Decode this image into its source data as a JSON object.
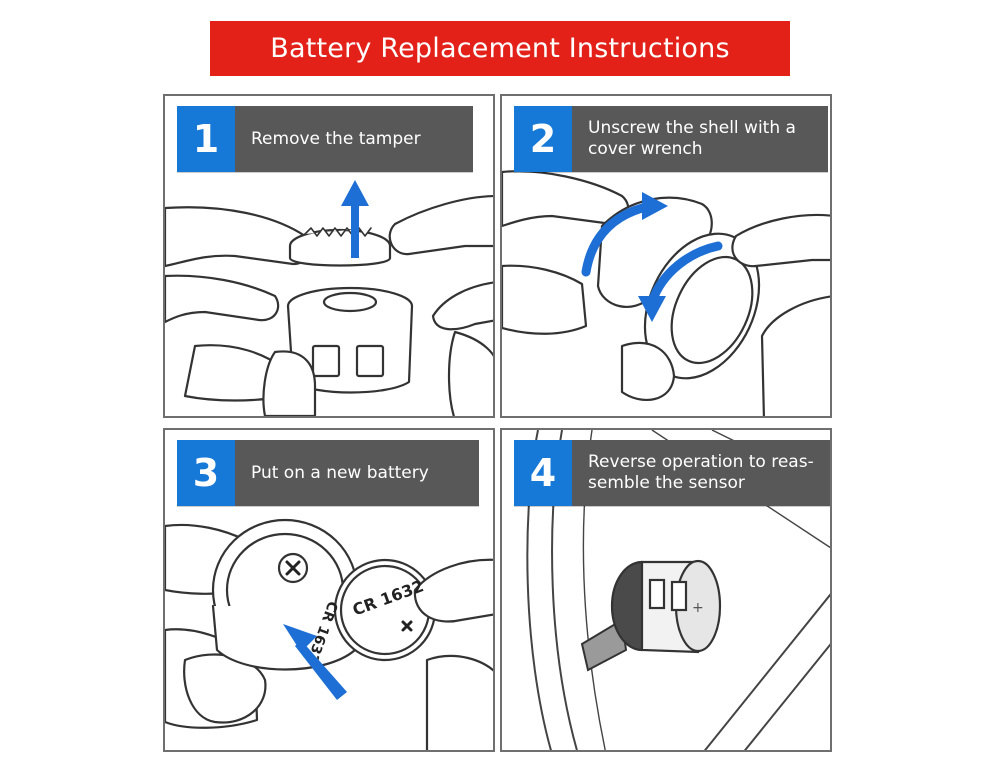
{
  "title": "Battery Replacement Instructions",
  "colors": {
    "banner": "#e32119",
    "step_number_bg": "#1679d8",
    "step_text_bg": "#585858",
    "arrow": "#1d6fd6"
  },
  "steps": [
    {
      "number": "1",
      "text": "Remove the tamper"
    },
    {
      "number": "2",
      "text": "Unscrew the shell with a\ncover wrench"
    },
    {
      "number": "3",
      "text": "Put on a new battery"
    },
    {
      "number": "4",
      "text": "Reverse operation to reas-\nsemble the sensor"
    }
  ],
  "illustrations": {
    "battery_label": "CR 1632",
    "battery_label_mirrored": "CR 1632",
    "sensor_mark": "+"
  }
}
